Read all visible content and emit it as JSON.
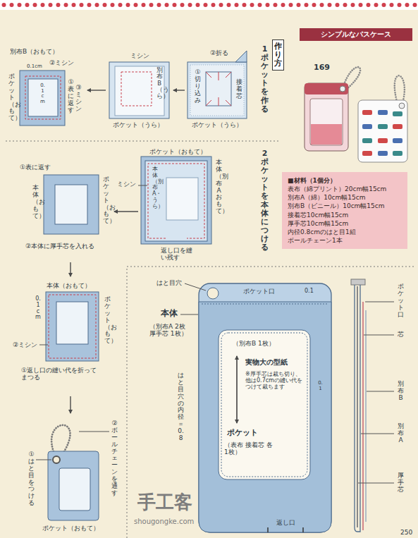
{
  "diagram": {
    "title": "シンプルなパスケース",
    "nodes": [
      {
        "text": [
          "作り方"
        ]
      },
      {
        "text": [
          "■材料（1個分）",
          "表布（綿プリント）20cm幅15cm",
          "別布A（綿）10cm幅15cm",
          "別布B（ビニール）10cm幅15cm",
          "接着芯10cm幅15cm",
          "厚手芯10cm幅15cm",
          "内径0.8cmのはと目1組",
          "ボールチェーン1本"
        ]
      }
    ],
    "labels": [
      "169",
      "1ポケットを作る",
      "②折る",
      "①切り込み",
      "接着芯",
      "ポケット（うら）",
      "ミシン",
      "別布B（うら）",
      "ポケット（うら）",
      "別布B（おもて）",
      "②ミシン",
      "0.1cm",
      "0.1 cm",
      "①表に返す",
      "③ミシン",
      "ポケット（おもて）",
      "2ポケットを本体につける",
      "ポケット（おもて）",
      "本体（別布A おもて）",
      "本体（別布A・うら）",
      "ミシン",
      "返し口を縫い残す",
      "①表に返す",
      "本体（おもて）",
      "ポケット（おもて）",
      "②本体に厚手芯を入れる",
      "本体（おもて）",
      "0.1 cm",
      "②ミシン",
      "ポケット（おもて）",
      "①返し口の縫い代を折ってまつる",
      "①はと目をつける",
      "②ボールチェーンを通す",
      "ポケット（おもて）",
      "はと目穴",
      "ポケット口",
      "0.1",
      "本体",
      "（別布A 2枚 厚手芯 1枚）",
      "（別布B 1枚）",
      "実物大の型紙",
      "※厚手芯は裁ち切り、他は0.7cmの縫い代をつけて裁ちます",
      "0.1",
      "はと目穴の内径＝0.8",
      "ポケット",
      "（表布 接着芯 各1枚）",
      "返し口",
      "ポケット口",
      "芯",
      "別布B",
      "別布A",
      "厚手芯",
      "250",
      "手工客",
      "shougongke.com"
    ]
  }
}
